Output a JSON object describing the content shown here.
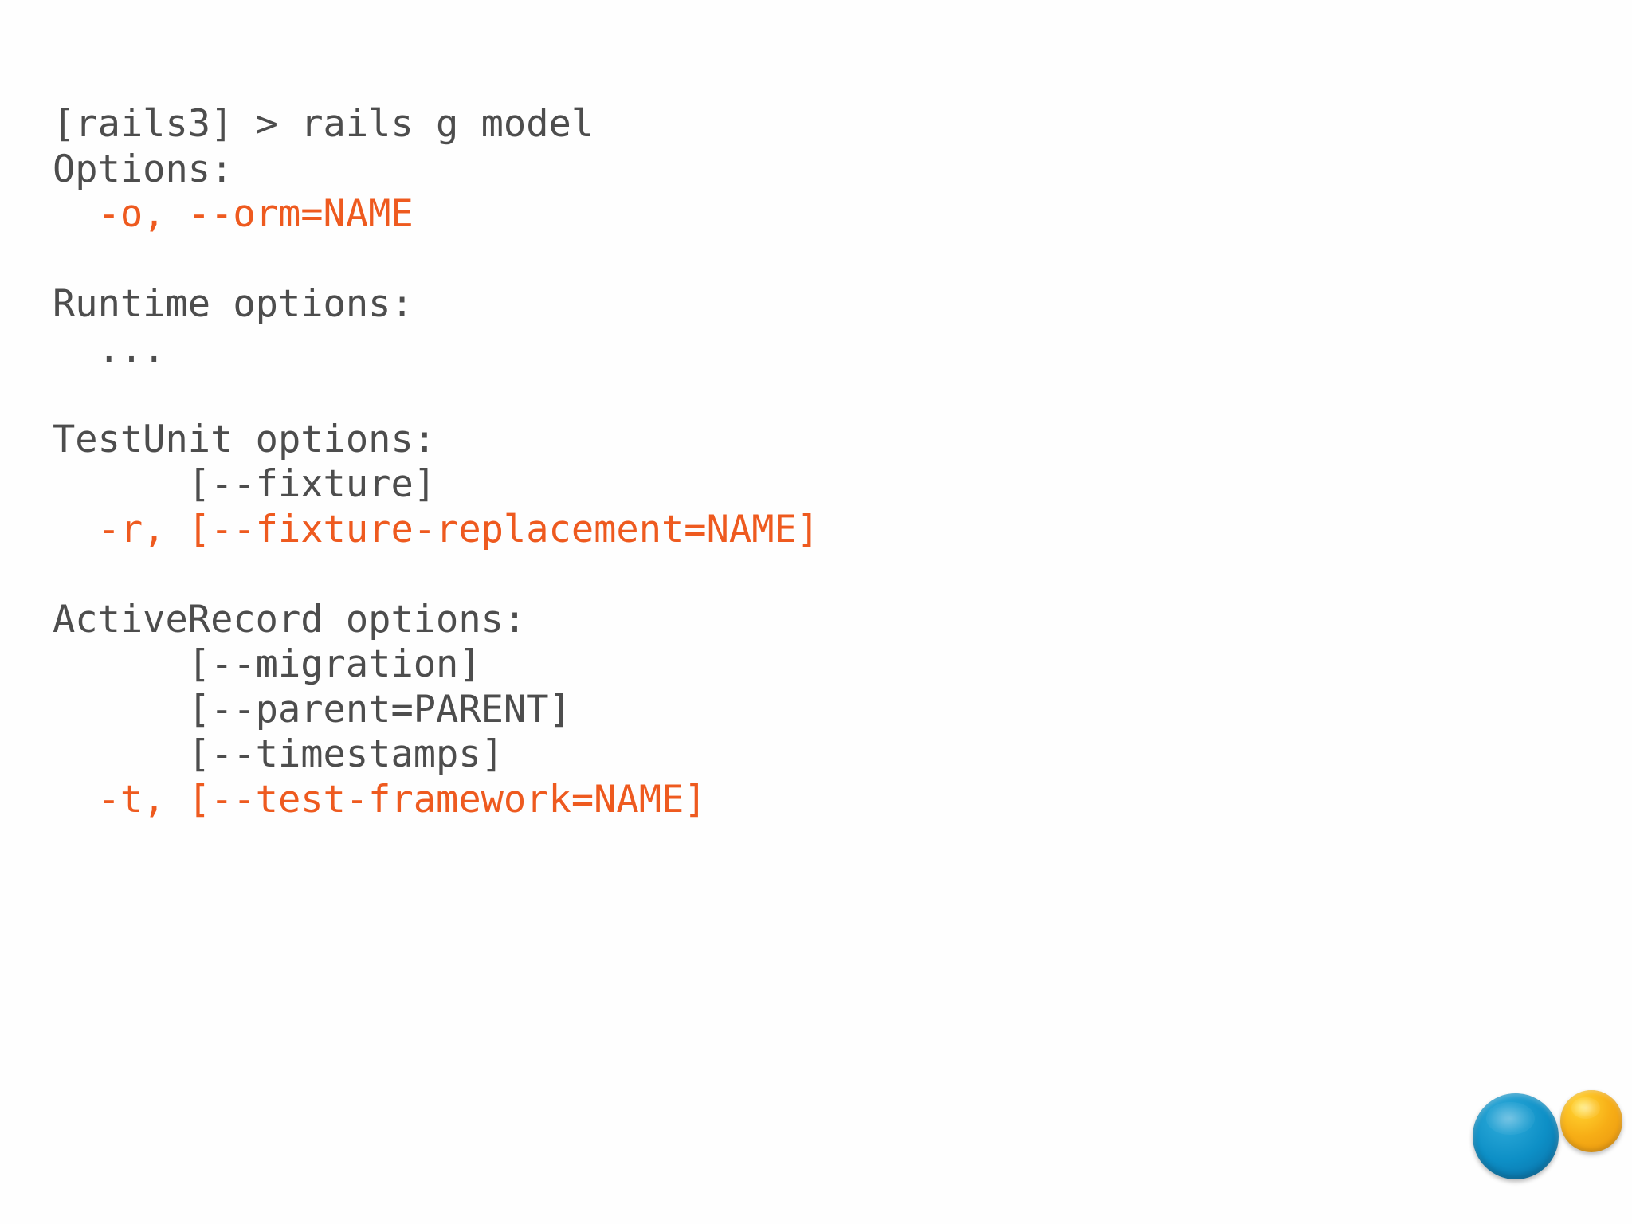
{
  "slide": {
    "background_color": "#fefefe",
    "text_color": "#4d4d4d",
    "accent_color": "#ee5a1f"
  },
  "terminal": {
    "lines": [
      {
        "text": "[rails3] > rails g model",
        "accent": false
      },
      {
        "text": "Options:",
        "accent": false
      },
      {
        "text": "  -o, --orm=NAME",
        "accent": true
      },
      {
        "text": " ",
        "accent": false
      },
      {
        "text": "Runtime options:",
        "accent": false
      },
      {
        "text": "  ...",
        "accent": false
      },
      {
        "text": " ",
        "accent": false
      },
      {
        "text": "TestUnit options:",
        "accent": false
      },
      {
        "text": "      [--fixture]",
        "accent": false
      },
      {
        "text": "  -r, [--fixture-replacement=NAME]",
        "accent": true
      },
      {
        "text": " ",
        "accent": false
      },
      {
        "text": "ActiveRecord options:",
        "accent": false
      },
      {
        "text": "      [--migration]",
        "accent": false
      },
      {
        "text": "      [--parent=PARENT]",
        "accent": false
      },
      {
        "text": "      [--timestamps]",
        "accent": false
      },
      {
        "text": "  -t, [--test-framework=NAME]",
        "accent": true
      }
    ]
  },
  "logo": {
    "spheres": [
      {
        "name": "blue-sphere",
        "color": "#0d8fc6"
      },
      {
        "name": "orange-sphere",
        "color": "#f7ae16"
      }
    ]
  }
}
